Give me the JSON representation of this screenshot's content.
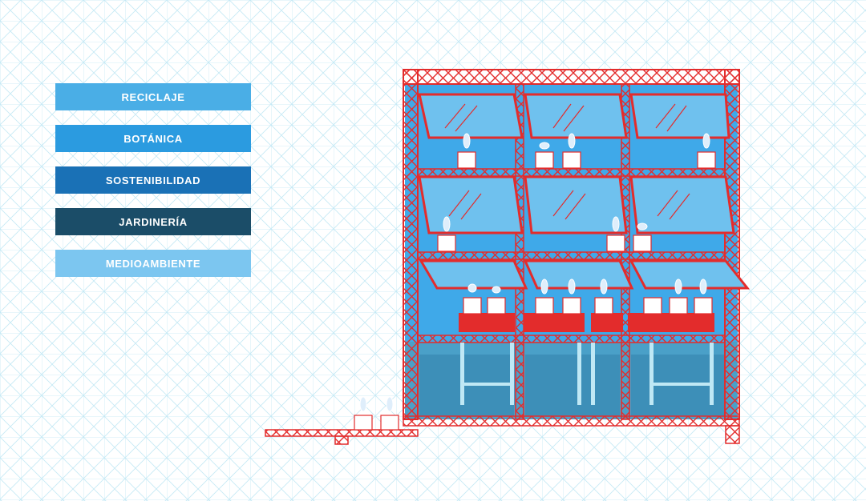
{
  "categories": [
    {
      "label": "RECICLAJE",
      "color": "#4aaee6"
    },
    {
      "label": "BOTÁNICA",
      "color": "#2b9be0"
    },
    {
      "label": "SOSTENIBILIDAD",
      "color": "#1a71b6"
    },
    {
      "label": "JARDINERÍA",
      "color": "#1b4d68"
    },
    {
      "label": "MEDIOAMBIENTE",
      "color": "#7cc6f0"
    }
  ],
  "palette": {
    "grid": "#bfe8f5",
    "frame": "#e32c2c",
    "glass": "#6fc1ee",
    "interior": "#3fa9e9",
    "water": "#3d8fb8",
    "pot": "#ffffff"
  }
}
